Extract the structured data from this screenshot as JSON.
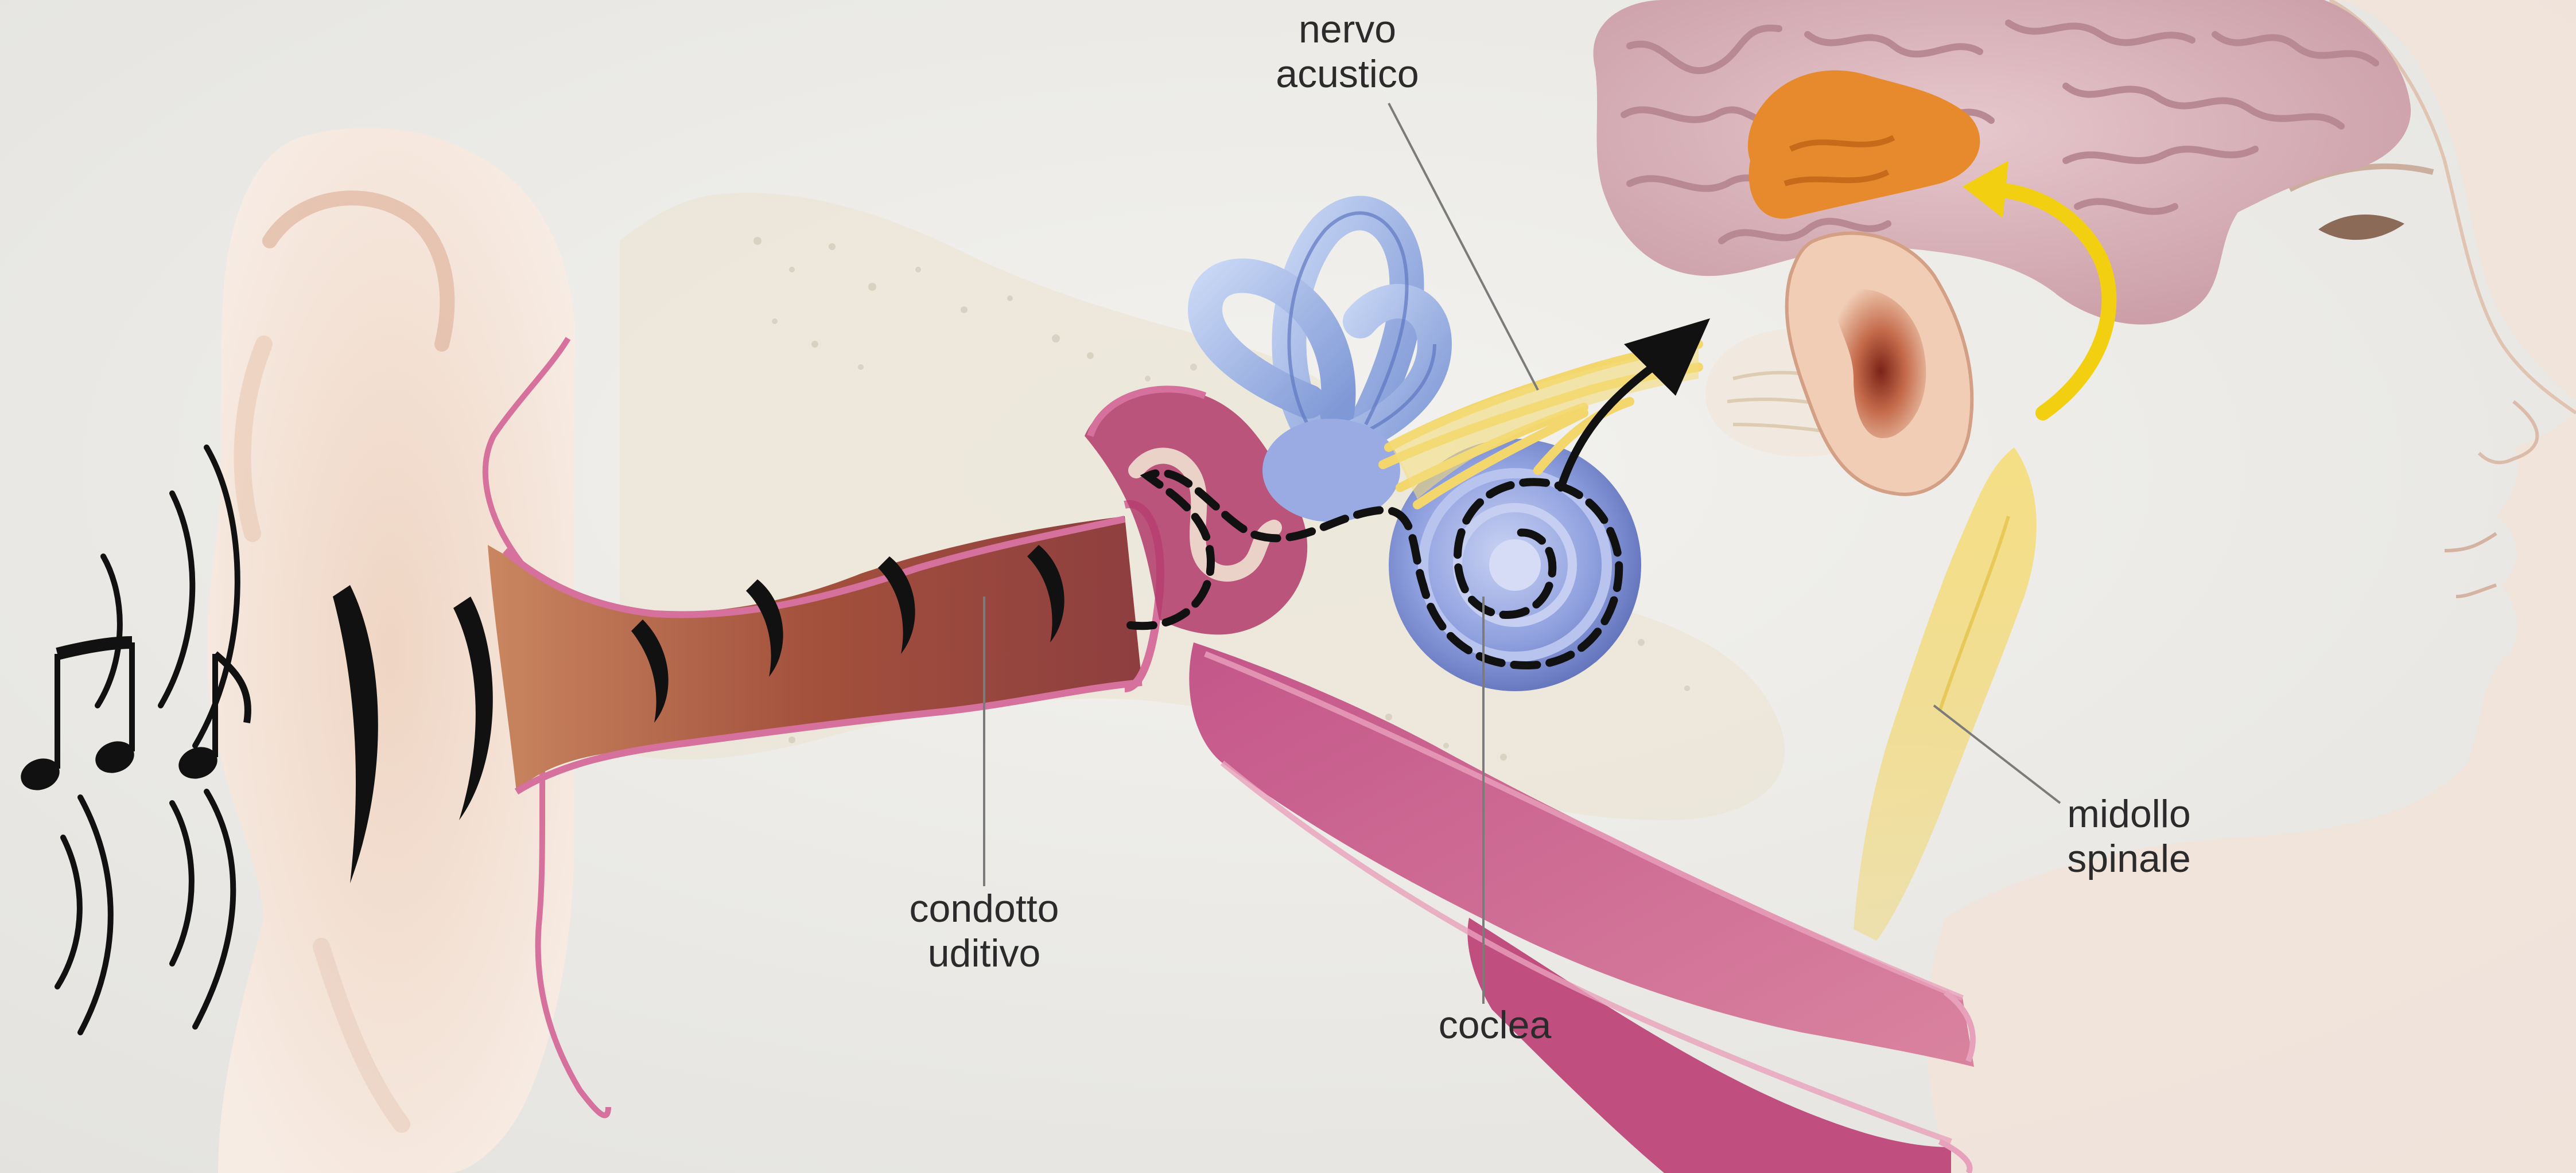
{
  "labels": {
    "nervo_acustico": {
      "line1": "nervo",
      "line2": "acustico"
    },
    "condotto_uditivo": {
      "line1": "condotto",
      "line2": "uditivo"
    },
    "coclea": "coclea",
    "midollo_spinale": {
      "line1": "midollo",
      "line2": "spinale"
    }
  },
  "colors": {
    "background": "#ecebe8",
    "skin": "#f2ddd0",
    "ear_canal": "#a9573f",
    "canal_wall": "#d6709c",
    "bone": "#ece7d9",
    "cochlea": "#7f93d9",
    "nerve": "#f3d66c",
    "brain": "#d9b6bd",
    "brain_region": "#e78a2e",
    "pathway_arrow": "#f3cf11",
    "sound_wave": "#111111"
  },
  "icons": [
    "music-note-icon",
    "sound-wave-arc-icon",
    "arrow-icon"
  ]
}
